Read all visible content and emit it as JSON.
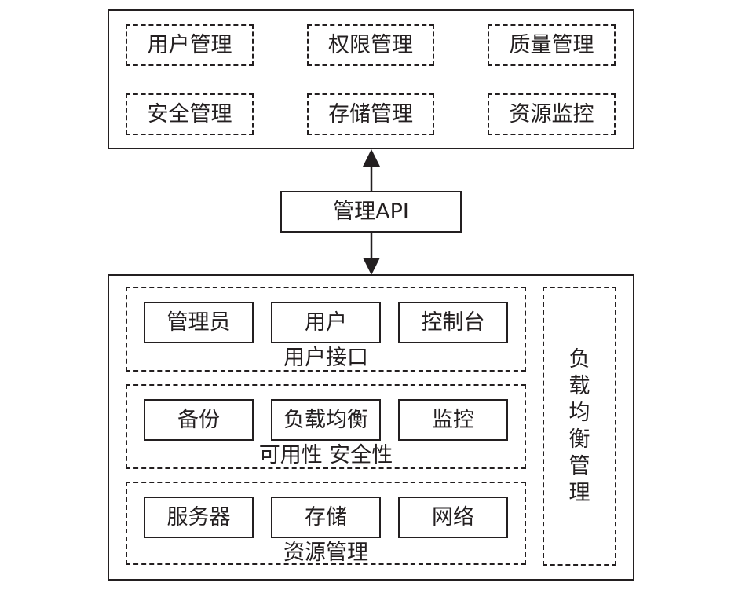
{
  "top_panel": {
    "modules": [
      "用户管理",
      "权限管理",
      "质量管理",
      "安全管理",
      "存储管理",
      "资源监控"
    ]
  },
  "api": {
    "label": "管理API"
  },
  "bottom_panel": {
    "user_interface": {
      "items": [
        "管理员",
        "用户",
        "控制台"
      ],
      "caption": "用户接口"
    },
    "availability": {
      "items": [
        "备份",
        "负载均衡",
        "监控"
      ],
      "caption": "可用性 安全性"
    },
    "resources": {
      "items": [
        "服务器",
        "存储",
        "网络"
      ],
      "caption": "资源管理"
    },
    "load_balance_management": {
      "chars": [
        "负",
        "载",
        "均",
        "衡",
        "管",
        "理"
      ]
    }
  }
}
